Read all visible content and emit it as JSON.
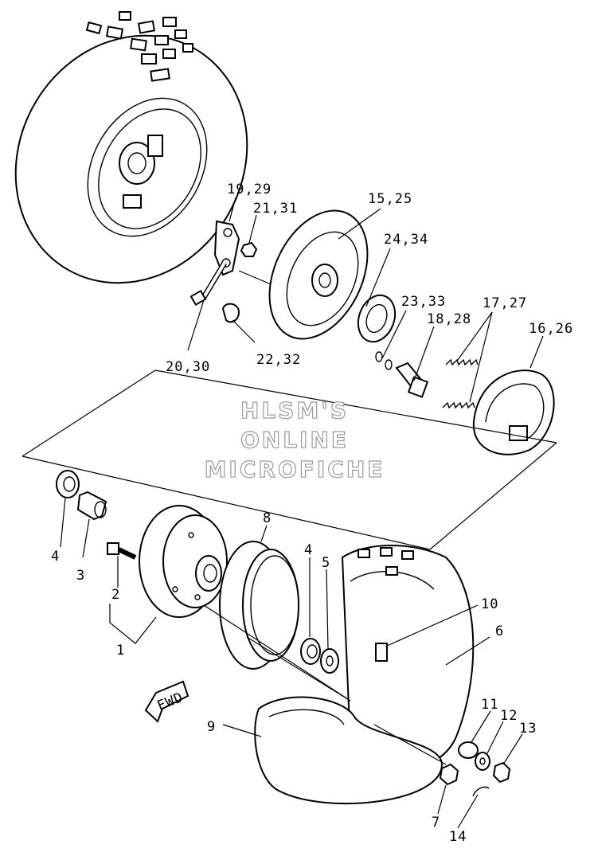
{
  "watermark": {
    "line1": "HLSM'S",
    "line2": "ONLINE",
    "line3": "MICROFICHE"
  },
  "fwd_label": "FWD",
  "callouts": {
    "c1": "1",
    "c2": "2",
    "c3": "3",
    "c4a": "4",
    "c4b": "4",
    "c5": "5",
    "c6": "6",
    "c7": "7",
    "c8": "8",
    "c9": "9",
    "c10": "10",
    "c11": "11",
    "c12": "12",
    "c13": "13",
    "c14": "14",
    "c15": "15,25",
    "c16": "16,26",
    "c17": "17,27",
    "c18": "18,28",
    "c19": "19,29",
    "c20": "20,30",
    "c21": "21,31",
    "c22": "22,32",
    "c23": "23,33",
    "c24": "24,34"
  }
}
